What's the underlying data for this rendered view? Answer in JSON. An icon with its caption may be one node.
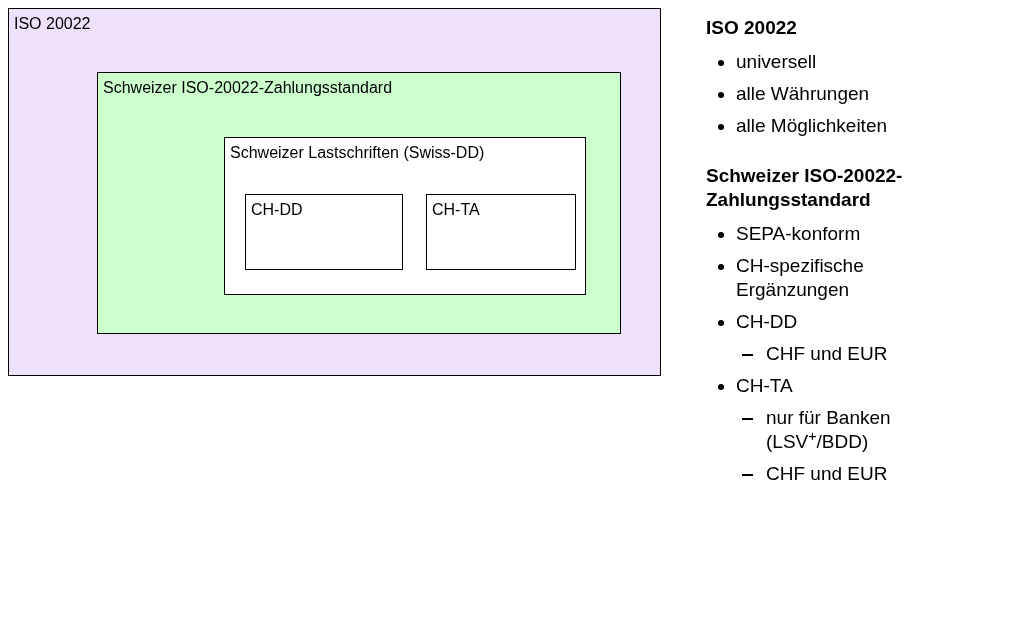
{
  "diagram": {
    "nodes": [
      {
        "text": [
          "ISO 20022"
        ]
      },
      {
        "text": [
          "Schweizer ISO-20022-Zahlungsstandard"
        ],
        "in": 0
      },
      {
        "text": [
          "Schweizer Lastschriften (Swiss-DD)"
        ],
        "in": 1
      },
      {
        "text": [
          "CH-DD"
        ],
        "in": 2
      },
      {
        "text": [
          "CH-TA"
        ],
        "in": 2
      }
    ],
    "labels": [
      "ISO 20022",
      "universell",
      "alle Währungen",
      "alle Möglichkeiten",
      "Schweizer ISO-20022-Zahlungsstandard",
      "SEPA-konform",
      "CH-spezifische Ergänzungen",
      "CH-DD",
      "CHF und EUR",
      "CH-TA",
      "nur für Banken (LSV$^{+}$/BDD)",
      "CHF und EUR"
    ]
  }
}
